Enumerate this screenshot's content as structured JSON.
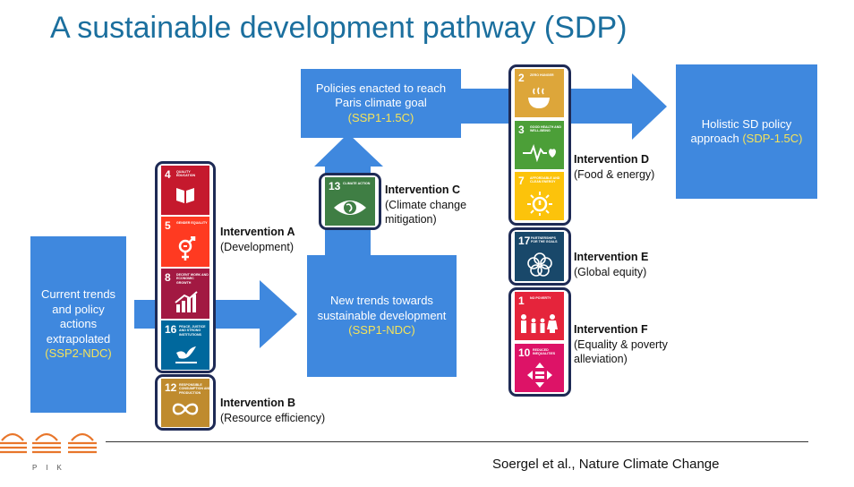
{
  "title": "A sustainable development pathway (SDP)",
  "boxes": {
    "current": {
      "lines": [
        "Current trends",
        "and policy",
        "actions",
        "extrapolated"
      ],
      "highlight": "(SSP2-NDC)"
    },
    "new_trends": {
      "lines": [
        "New trends towards",
        "sustainable development"
      ],
      "highlight": "(SSP1-NDC)"
    },
    "policies": {
      "lines": [
        "Policies enacted to reach",
        "Paris climate goal"
      ],
      "highlight": "(SSP1-1.5C)"
    },
    "holistic": {
      "lines": [
        "Holistic SD policy",
        "approach"
      ],
      "highlight": "(SDP-1.5C)"
    }
  },
  "interventions": {
    "a": {
      "name": "Intervention A",
      "desc": [
        "(Development)"
      ]
    },
    "b": {
      "name": "Intervention B",
      "desc": [
        "(Resource efficiency)"
      ]
    },
    "c": {
      "name": "Intervention C",
      "desc": [
        "(Climate change",
        "mitigation)"
      ]
    },
    "d": {
      "name": "Intervention D",
      "desc": [
        "(Food & energy)"
      ]
    },
    "e": {
      "name": "Intervention E",
      "desc": [
        "(Global equity)"
      ]
    },
    "f": {
      "name": "Intervention F",
      "desc": [
        "(Equality & poverty",
        "alleviation)"
      ]
    }
  },
  "sdgs": {
    "g4": {
      "num": "4",
      "caption": "QUALITY EDUCATION",
      "color": "#c5192d",
      "icon": "book-icon"
    },
    "g5": {
      "num": "5",
      "caption": "GENDER EQUALITY",
      "color": "#ff3a21",
      "icon": "gender-icon"
    },
    "g8": {
      "num": "8",
      "caption": "DECENT WORK AND ECONOMIC GROWTH",
      "color": "#a21942",
      "icon": "growth-chart-icon"
    },
    "g16": {
      "num": "16",
      "caption": "PEACE, JUSTICE AND STRONG INSTITUTIONS",
      "color": "#00689d",
      "icon": "dove-icon"
    },
    "g12": {
      "num": "12",
      "caption": "RESPONSIBLE CONSUMPTION AND PRODUCTION",
      "color": "#bf8b2e",
      "icon": "infinity-icon"
    },
    "g13": {
      "num": "13",
      "caption": "CLIMATE ACTION",
      "color": "#3f7e44",
      "icon": "eye-globe-icon"
    },
    "g2": {
      "num": "2",
      "caption": "ZERO HUNGER",
      "color": "#dda63a",
      "icon": "bowl-icon"
    },
    "g3": {
      "num": "3",
      "caption": "GOOD HEALTH AND WELL-BEING",
      "color": "#4c9f38",
      "icon": "heartbeat-icon"
    },
    "g7": {
      "num": "7",
      "caption": "AFFORDABLE AND CLEAN ENERGY",
      "color": "#fcc30b",
      "icon": "sun-power-icon"
    },
    "g17": {
      "num": "17",
      "caption": "PARTNERSHIPS FOR THE GOALS",
      "color": "#19486a",
      "icon": "flower-rings-icon"
    },
    "g1": {
      "num": "1",
      "caption": "NO POVERTY",
      "color": "#e5243b",
      "icon": "family-icon"
    },
    "g10": {
      "num": "10",
      "caption": "REDUCED INEQUALITIES",
      "color": "#dd1367",
      "icon": "arrows-equal-icon"
    }
  },
  "colors": {
    "title": "#1b6f9e",
    "box": "#3f88de",
    "highlight": "#f5e35a",
    "frame": "#1e2a55"
  },
  "logo": {
    "text": "PIK"
  },
  "citation": "Soergel et al., Nature Climate Change"
}
